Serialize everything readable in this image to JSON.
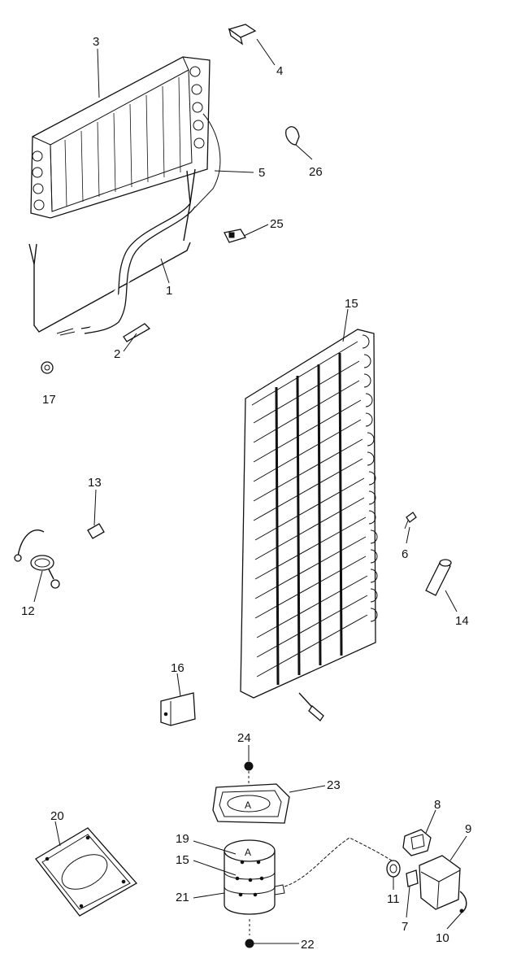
{
  "diagram": {
    "callouts": {
      "p1": "1",
      "p2": "2",
      "p3": "3",
      "p4": "4",
      "p5": "5",
      "p6": "6",
      "p7": "7",
      "p8": "8",
      "p9": "9",
      "p10": "10",
      "p11": "11",
      "p12": "12",
      "p13": "13",
      "p14": "14",
      "p15a": "15",
      "p15b": "15",
      "p16": "16",
      "p17": "17",
      "p19": "19",
      "p20": "20",
      "p21": "21",
      "p22": "22",
      "p23": "23",
      "p24": "24",
      "p25": "25",
      "p26": "26"
    },
    "inline_marks": {
      "compressor_top": "A",
      "pan_center": "A"
    }
  }
}
